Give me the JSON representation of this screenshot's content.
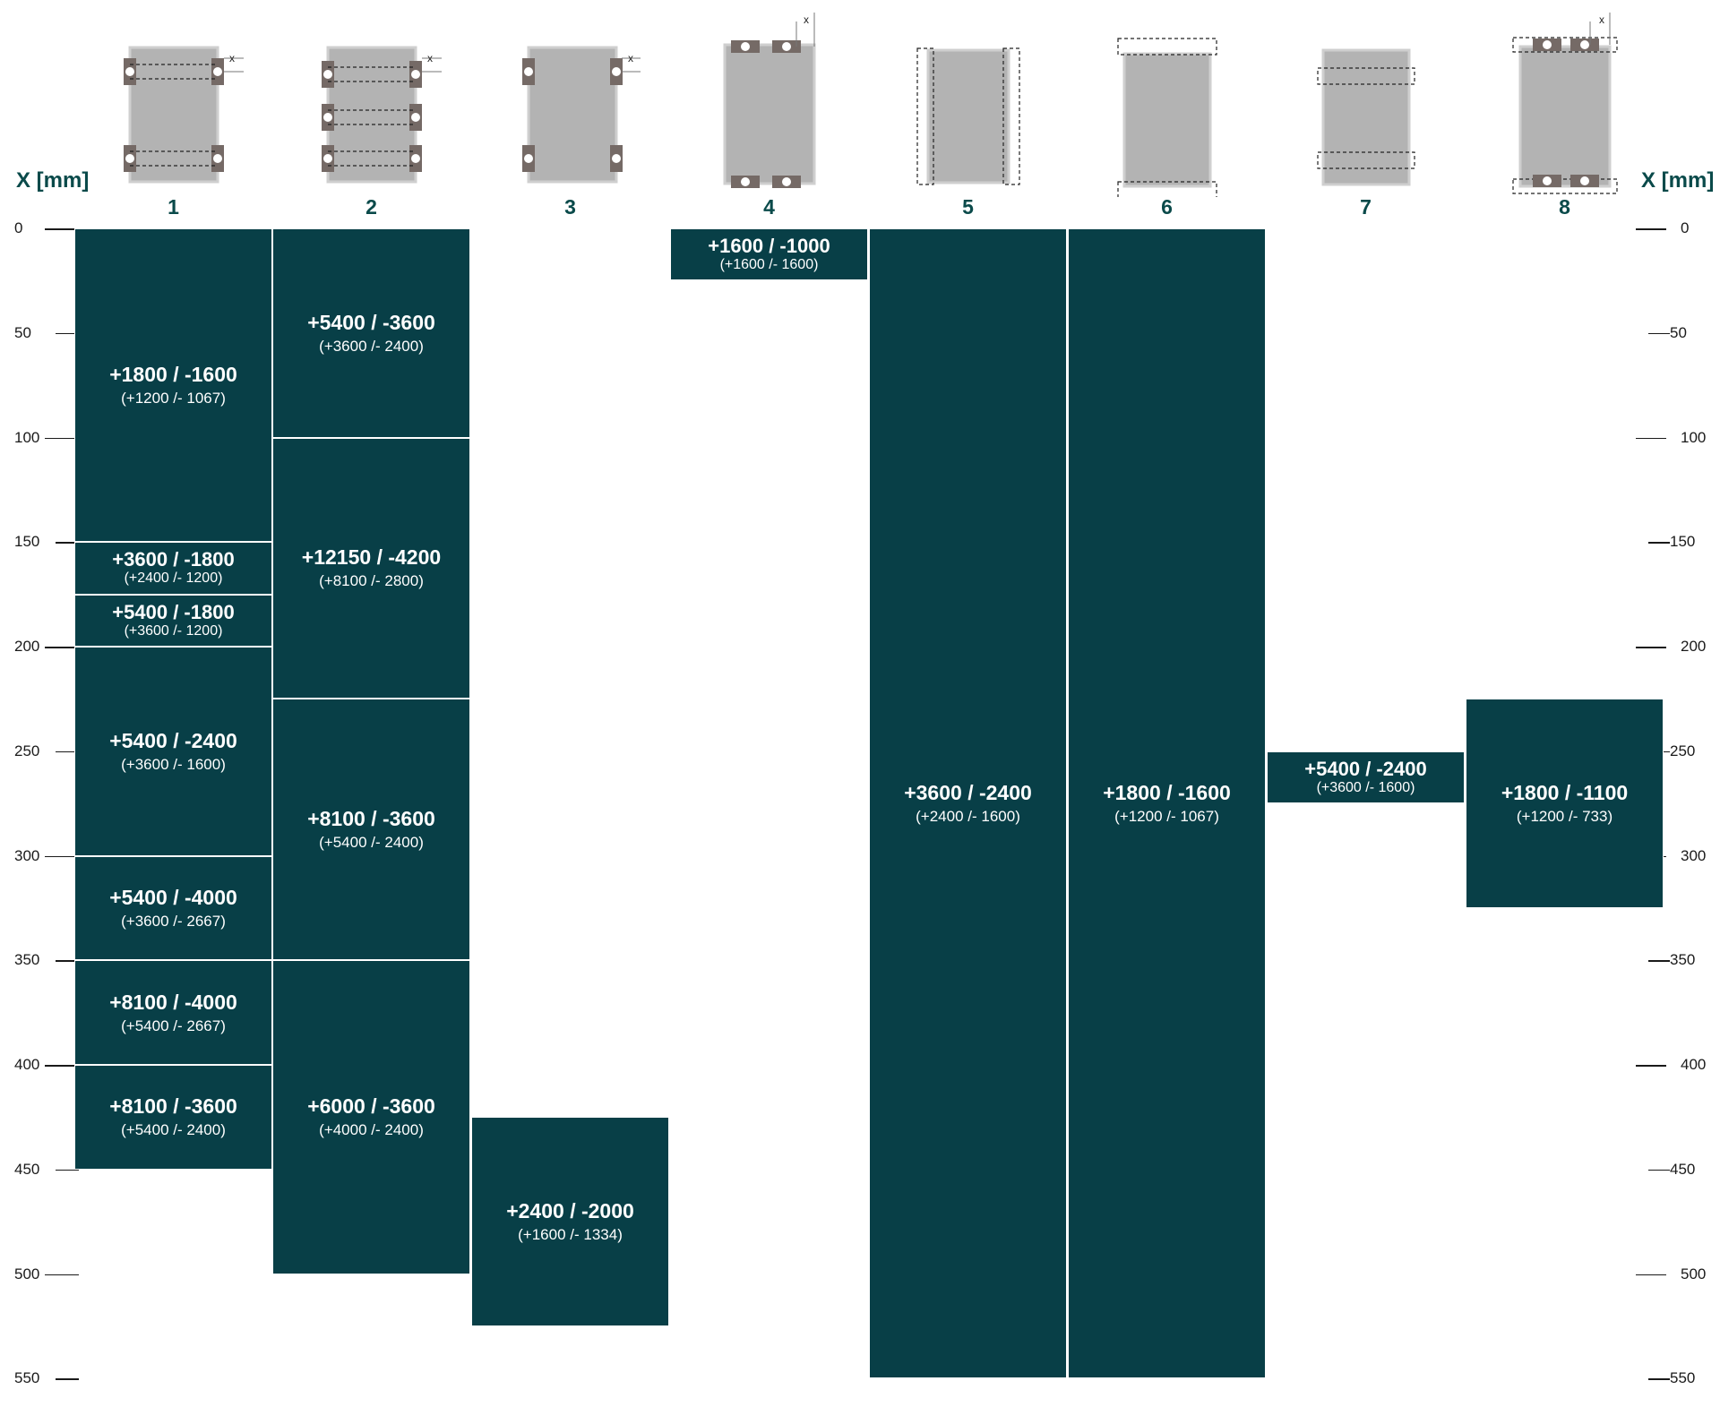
{
  "axis": {
    "title": "X [mm]",
    "ticks": [
      "0",
      "50",
      "100",
      "150",
      "200",
      "250",
      "300",
      "350",
      "400",
      "450",
      "500",
      "550"
    ]
  },
  "columns": [
    {
      "number": "1",
      "blocks": [
        {
          "from": 0,
          "to": 150,
          "main": "+1800 / -1600",
          "sub": "(+1200 /- 1067)"
        },
        {
          "from": 150,
          "to": 175,
          "main": "+3600 / -1800",
          "sub": "(+2400 /- 1200)"
        },
        {
          "from": 175,
          "to": 200,
          "main": "+5400 / -1800",
          "sub": "(+3600 /- 1200)"
        },
        {
          "from": 200,
          "to": 300,
          "main": "+5400 / -2400",
          "sub": "(+3600 /- 1600)"
        },
        {
          "from": 300,
          "to": 350,
          "main": "+5400 / -4000",
          "sub": "(+3600 /- 2667)"
        },
        {
          "from": 350,
          "to": 400,
          "main": "+8100 / -4000",
          "sub": "(+5400 /- 2667)"
        },
        {
          "from": 400,
          "to": 450,
          "main": "+8100 / -3600",
          "sub": "(+5400 /- 2400)"
        }
      ]
    },
    {
      "number": "2",
      "blocks": [
        {
          "from": 0,
          "to": 100,
          "main": "+5400 / -3600",
          "sub": "(+3600 /- 2400)"
        },
        {
          "from": 100,
          "to": 225,
          "main": "+12150 / -4200",
          "sub": "(+8100 /- 2800)"
        },
        {
          "from": 225,
          "to": 350,
          "main": "+8100 / -3600",
          "sub": "(+5400 /- 2400)"
        },
        {
          "from": 350,
          "to": 500,
          "main": "+6000 / -3600",
          "sub": "(+4000 /- 2400)"
        }
      ]
    },
    {
      "number": "3",
      "blocks": [
        {
          "from": 425,
          "to": 525,
          "main": "+2400 / -2000",
          "sub": "(+1600 /- 1334)"
        }
      ]
    },
    {
      "number": "4",
      "blocks": [
        {
          "from": 0,
          "to": 25,
          "main": "+1600 / -1000",
          "sub": "(+1600 /- 1600)"
        }
      ]
    },
    {
      "number": "5",
      "blocks": [
        {
          "from": 0,
          "to": 550,
          "main": "+3600 / -2400",
          "sub": "(+2400 /- 1600)"
        }
      ]
    },
    {
      "number": "6",
      "blocks": [
        {
          "from": 0,
          "to": 550,
          "main": "+1800 / -1600",
          "sub": "(+1200 /- 1067)"
        }
      ]
    },
    {
      "number": "7",
      "blocks": [
        {
          "from": 250,
          "to": 275,
          "main": "+5400 / -2400",
          "sub": "(+3600 /- 1600)"
        }
      ]
    },
    {
      "number": "8",
      "blocks": [
        {
          "from": 225,
          "to": 325,
          "main": "+1800 / -1100",
          "sub": "(+1200 /- 733)"
        }
      ]
    }
  ],
  "dimension_label": "x",
  "colors": {
    "block": "#083f47",
    "heading": "#0a4a4a",
    "panel": "#b3b3b3",
    "clamp": "#756a66"
  }
}
